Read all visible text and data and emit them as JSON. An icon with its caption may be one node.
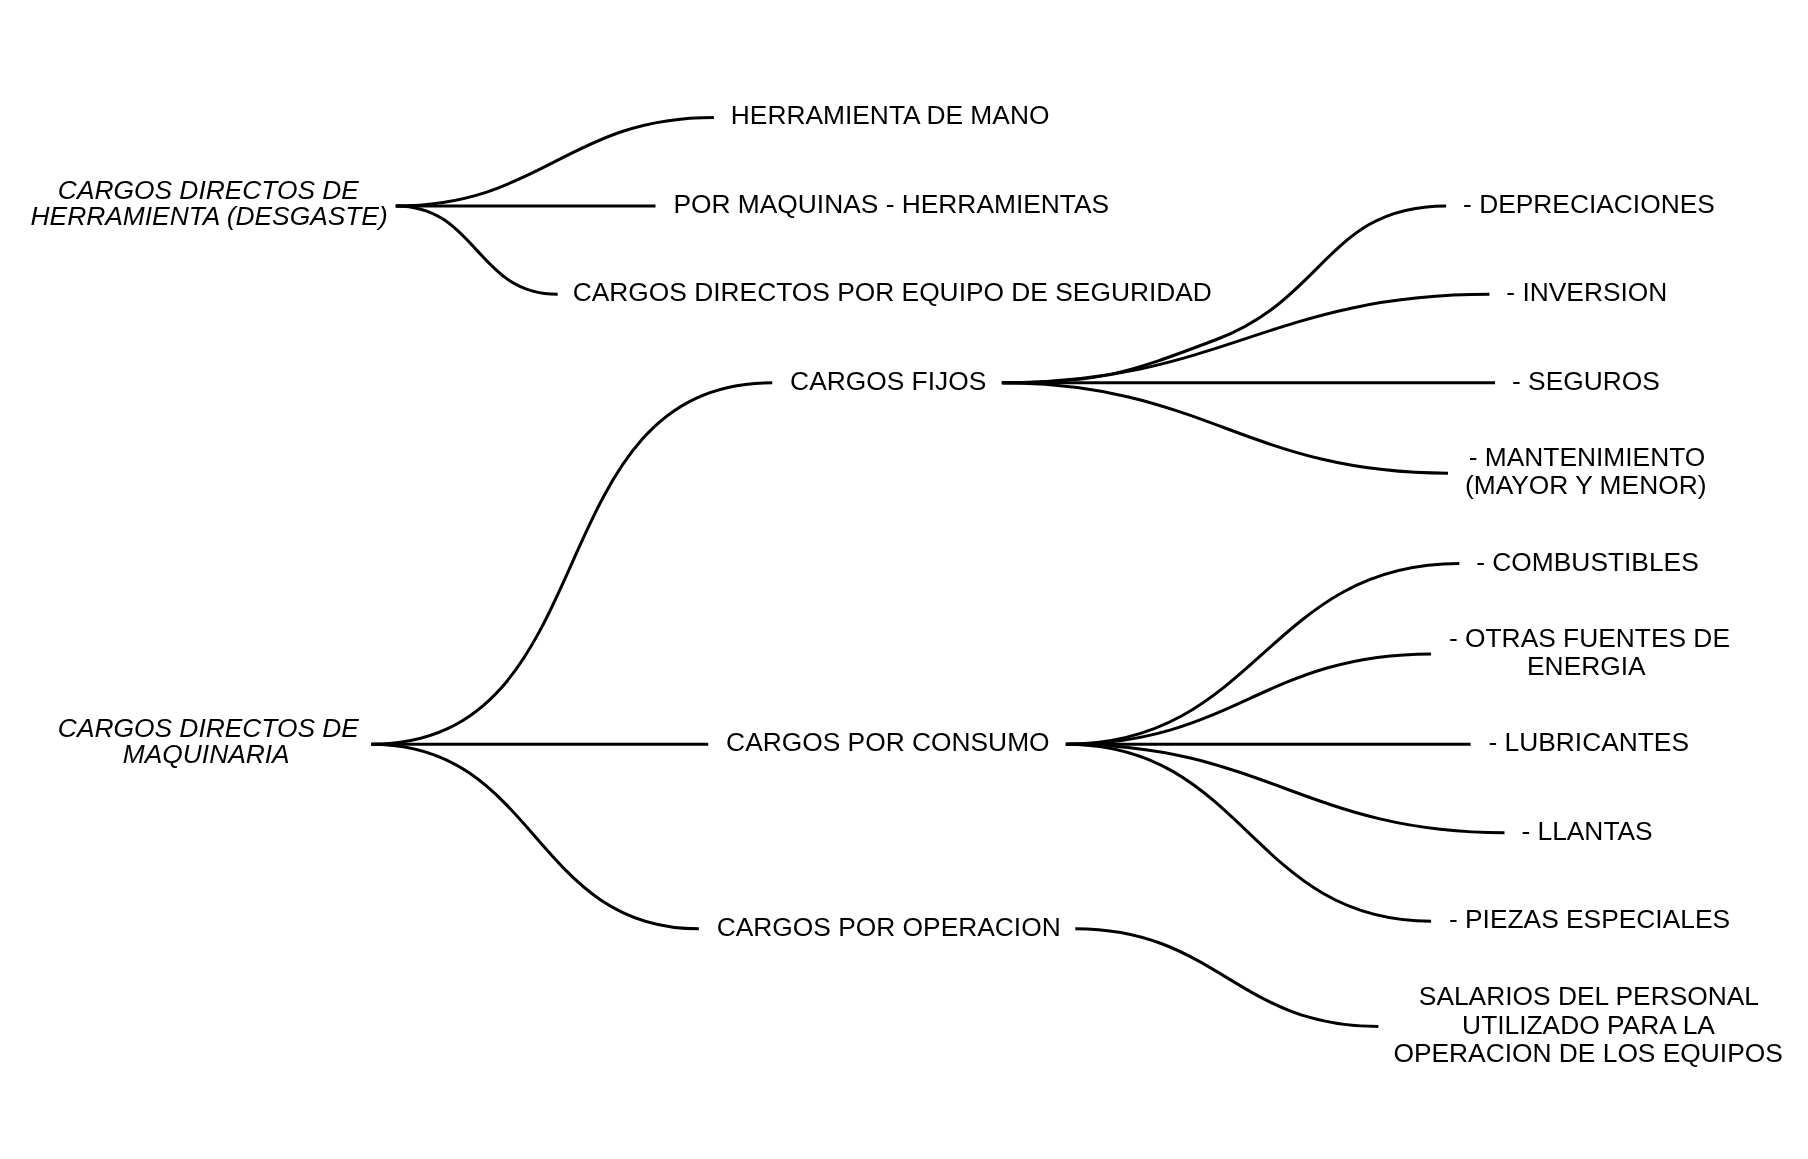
{
  "diagram": {
    "nodes": [
      {
        "text": [
          "CARGOS DIRECTOS DE MAQUINARIA"
        ]
      },
      {
        "text": [
          "CARGOS FIJOS"
        ]
      },
      {
        "text": [
          "CARGOS POR CONSUMO"
        ]
      },
      {
        "text": [
          "CARGOS POR OPERACION"
        ]
      },
      {
        "text": [
          "- DEPRECIACIONES"
        ]
      },
      {
        "text": [
          "- INVERSION"
        ]
      },
      {
        "text": [
          "- SEGUROS"
        ]
      },
      {
        "text": [
          "- MANTENIMIENTO (MAYOR Y MENOR)"
        ]
      },
      {
        "text": [
          "- COMBUSTIBLES"
        ]
      },
      {
        "text": [
          "- OTRAS FUENTES DE ENERGIA"
        ]
      },
      {
        "text": [
          "- LUBRICANTES"
        ]
      },
      {
        "text": [
          "- LLANTAS"
        ]
      },
      {
        "text": [
          "- PIEZAS ESPECIALES"
        ]
      },
      {
        "text": [
          "SALARIOS DEL PERSONAL UTILIZADO PARA LA OPERACION DE LOS EQUIPOS"
        ]
      },
      {
        "text": [
          "CARGOS DIRECTOS DE HERRAMIENTA (DESGASTE)"
        ]
      },
      {
        "text": [
          "HERRAMIENTA DE MANO"
        ]
      },
      {
        "text": [
          "POR MAQUINAS - HERRAMIENTAS"
        ]
      },
      {
        "text": [
          "CARGOS DIRECTOS POR EQUIPO DE SEGURIDAD"
        ]
      }
    ],
    "edges": [
      {
        "from": 0,
        "to": 1,
        "arrow": "none"
      },
      {
        "from": 0,
        "to": 2,
        "arrow": "none"
      },
      {
        "from": 0,
        "to": 3,
        "arrow": "none"
      },
      {
        "from": 1,
        "to": 4,
        "arrow": "none"
      },
      {
        "from": 1,
        "to": 5,
        "arrow": "none"
      },
      {
        "from": 1,
        "to": 6,
        "arrow": "none"
      },
      {
        "from": 1,
        "to": 7,
        "arrow": "none"
      },
      {
        "from": 2,
        "to": 8,
        "arrow": "none"
      },
      {
        "from": 2,
        "to": 9,
        "arrow": "none"
      },
      {
        "from": 2,
        "to": 10,
        "arrow": "none"
      },
      {
        "from": 2,
        "to": 11,
        "arrow": "none"
      },
      {
        "from": 2,
        "to": 12,
        "arrow": "none"
      },
      {
        "from": 3,
        "to": 13,
        "arrow": "none"
      },
      {
        "from": 14,
        "to": 15,
        "arrow": "none"
      },
      {
        "from": 14,
        "to": 16,
        "arrow": "none"
      },
      {
        "from": 14,
        "to": 17,
        "arrow": "none"
      }
    ]
  }
}
